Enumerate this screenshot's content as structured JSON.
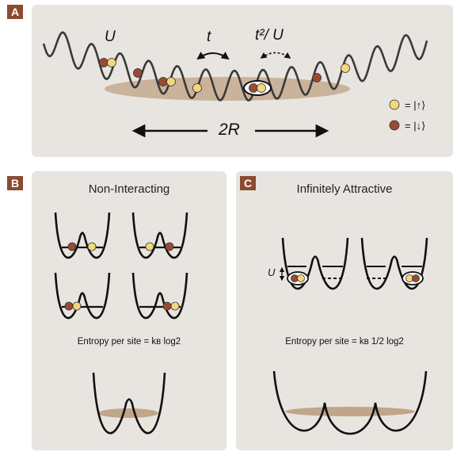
{
  "panel_a": {
    "tag": "A",
    "label_U": "U",
    "label_t": "t",
    "label_t2U": "t²/ U",
    "label_2R": "2R",
    "legend": [
      {
        "color": "#f4d77d",
        "text": "= |↑⟩"
      },
      {
        "color": "#9a4a32",
        "text": "= |↓⟩"
      }
    ]
  },
  "panel_b": {
    "tag": "B",
    "title": "Non-Interacting",
    "entropy": "Entropy per site = kʙ log2"
  },
  "panel_c": {
    "tag": "C",
    "title": "Infinitely Attractive",
    "label_U": "U",
    "entropy": "Entropy per site = kʙ 1/2 log2"
  },
  "colors": {
    "panel_bg": "#e8e5e1",
    "tag_bg": "#8c4b2f",
    "spin_up": "#f4d77d",
    "spin_down": "#9a4a32",
    "cloud": "#b08a63"
  }
}
